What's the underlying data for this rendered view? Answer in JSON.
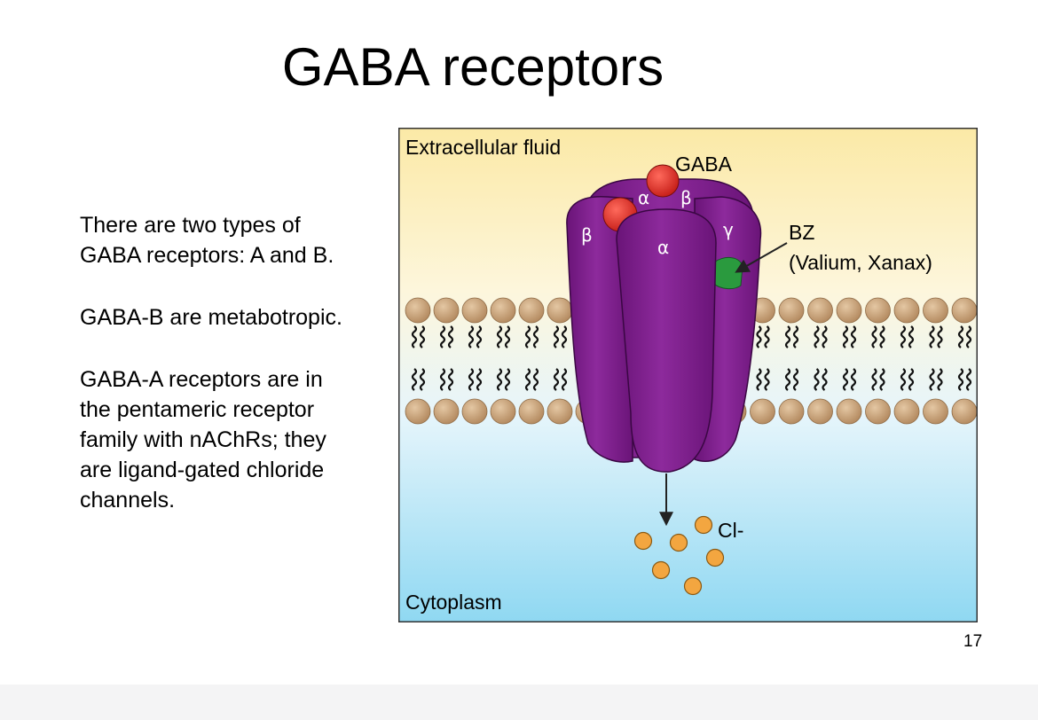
{
  "slide": {
    "title": "GABA receptors",
    "paragraphs": [
      "There are two types of\nGABA receptors: A and B.",
      "GABA-B are metabotropic.",
      "GABA-A receptors are in\nthe pentameric receptor\nfamily with nAChRs; they\nare ligand-gated chloride\nchannels."
    ],
    "slide_number": "17"
  },
  "figure": {
    "extracellular_label": "Extracellular fluid",
    "cytoplasm_label": "Cytoplasm",
    "gaba_label": "GABA",
    "bz_label": "BZ",
    "bz_drugs_label": "(Valium, Xanax)",
    "chloride_label": "Cl-",
    "subunits": {
      "back_alpha": "α",
      "back_beta": "β",
      "left_beta": "β",
      "right_gamma": "γ",
      "front_alpha": "α"
    },
    "colors": {
      "extracellular_top": "#fbe9a6",
      "cytoplasm_bottom": "#8fd8f2",
      "receptor": "#7b1b8a",
      "gaba": "#e23b33",
      "bz_site": "#2a9a3e",
      "lipid_head": "#c9a37c",
      "chloride": "#f3a640"
    }
  }
}
